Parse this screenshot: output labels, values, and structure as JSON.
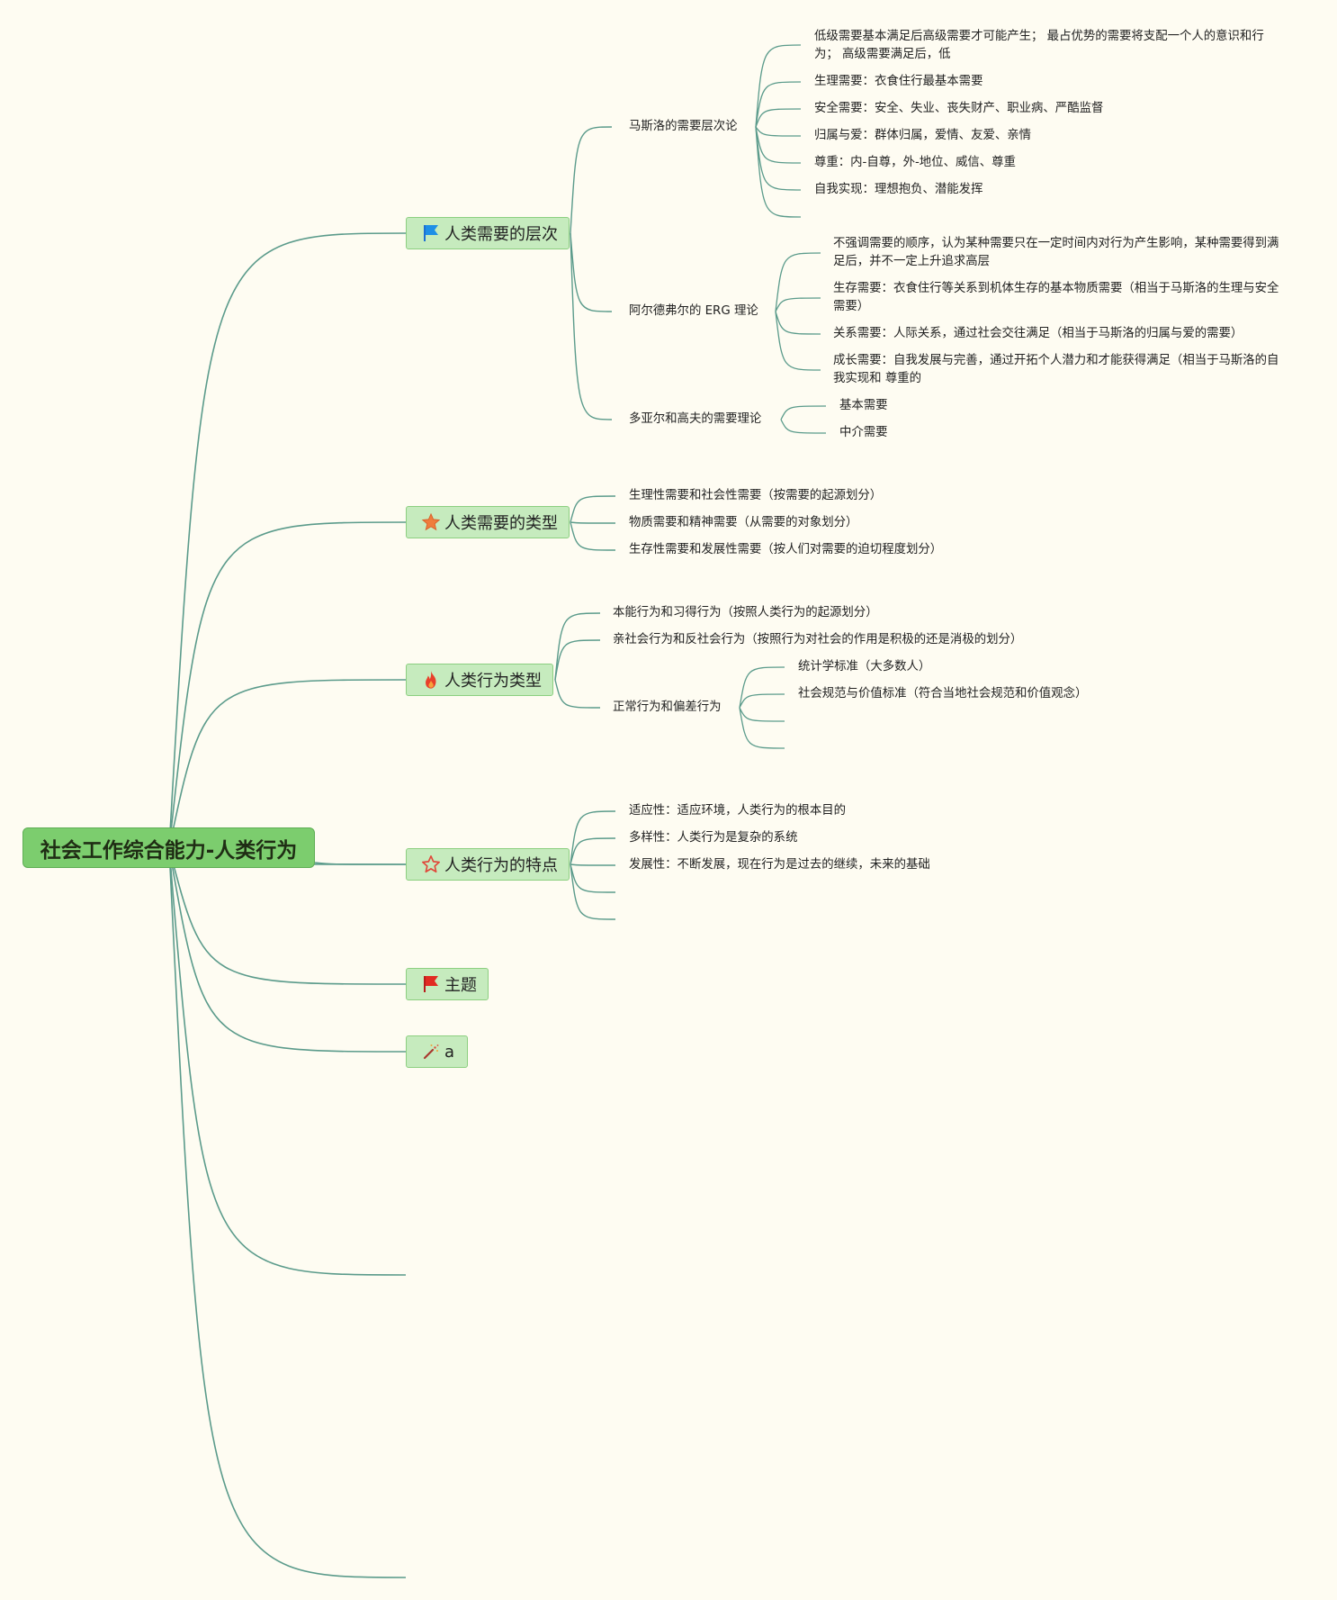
{
  "root": {
    "title": "社会工作综合能力-人类行为"
  },
  "branches": [
    {
      "label": "人类需要的层次",
      "icon": "blue-flag-icon",
      "children": [
        {
          "label": "马斯洛的需要层次论",
          "children": [
            "低级需要基本满足后高级需要才可能产生； 最占优势的需要将支配一个人的意识和行为； 高级需要满足后，低",
            "生理需要：衣食住行最基本需要",
            "安全需要：安全、失业、丧失财产、职业病、严酷监督",
            "归属与爱：群体归属，爱情、友爱、亲情",
            "尊重：内-自尊，外-地位、威信、尊重",
            "自我实现：理想抱负、潜能发挥"
          ]
        },
        {
          "label": "阿尔德弗尔的 ERG 理论",
          "children": [
            "不强调需要的顺序，认为某种需要只在一定时间内对行为产生影响，某种需要得到满足后，并不一定上升追求高层",
            "生存需要：衣食住行等关系到机体生存的基本物质需要（相当于马斯洛的生理与安全需要）",
            "关系需要：人际关系，通过社会交往满足（相当于马斯洛的归属与爱的需要）",
            "成长需要：自我发展与完善，通过开拓个人潜力和才能获得满足（相当于马斯洛的自我实现和 尊重的"
          ]
        },
        {
          "label": "多亚尔和高夫的需要理论",
          "children": [
            "基本需要",
            "中介需要"
          ]
        }
      ]
    },
    {
      "label": "人类需要的类型",
      "icon": "orange-star-icon",
      "children": [
        "生理性需要和社会性需要（按需要的起源划分）",
        "物质需要和精神需要（从需要的对象划分）",
        "生存性需要和发展性需要（按人们对需要的迫切程度划分）"
      ]
    },
    {
      "label": "人类行为类型",
      "icon": "fire-icon",
      "children": [
        "本能行为和习得行为（按照人类行为的起源划分）",
        "亲社会行为和反社会行为（按照行为对社会的作用是积极的还是消极的划分）",
        {
          "label": "正常行为和偏差行为",
          "children": [
            "统计学标准（大多数人）",
            "社会规范与价值标准（符合当地社会规范和价值观念）"
          ]
        }
      ]
    },
    {
      "label": "人类行为的特点",
      "icon": "outline-star-icon",
      "children": [
        "适应性：适应环境，人类行为的根本目的",
        "多样性：人类行为是复杂的系统",
        "发展性：不断发展，现在行为是过去的继续，未来的基础"
      ]
    },
    {
      "label": "主题",
      "icon": "red-flag-icon",
      "children": []
    },
    {
      "label": "a",
      "icon": "magic-wand-icon",
      "children": []
    }
  ],
  "colors": {
    "background": "#fefcf2",
    "root_fill": "#7ccd6e",
    "topic_fill": "#c6ebbe",
    "topic_border": "#8ccf80",
    "line": "#5b9b8b"
  }
}
